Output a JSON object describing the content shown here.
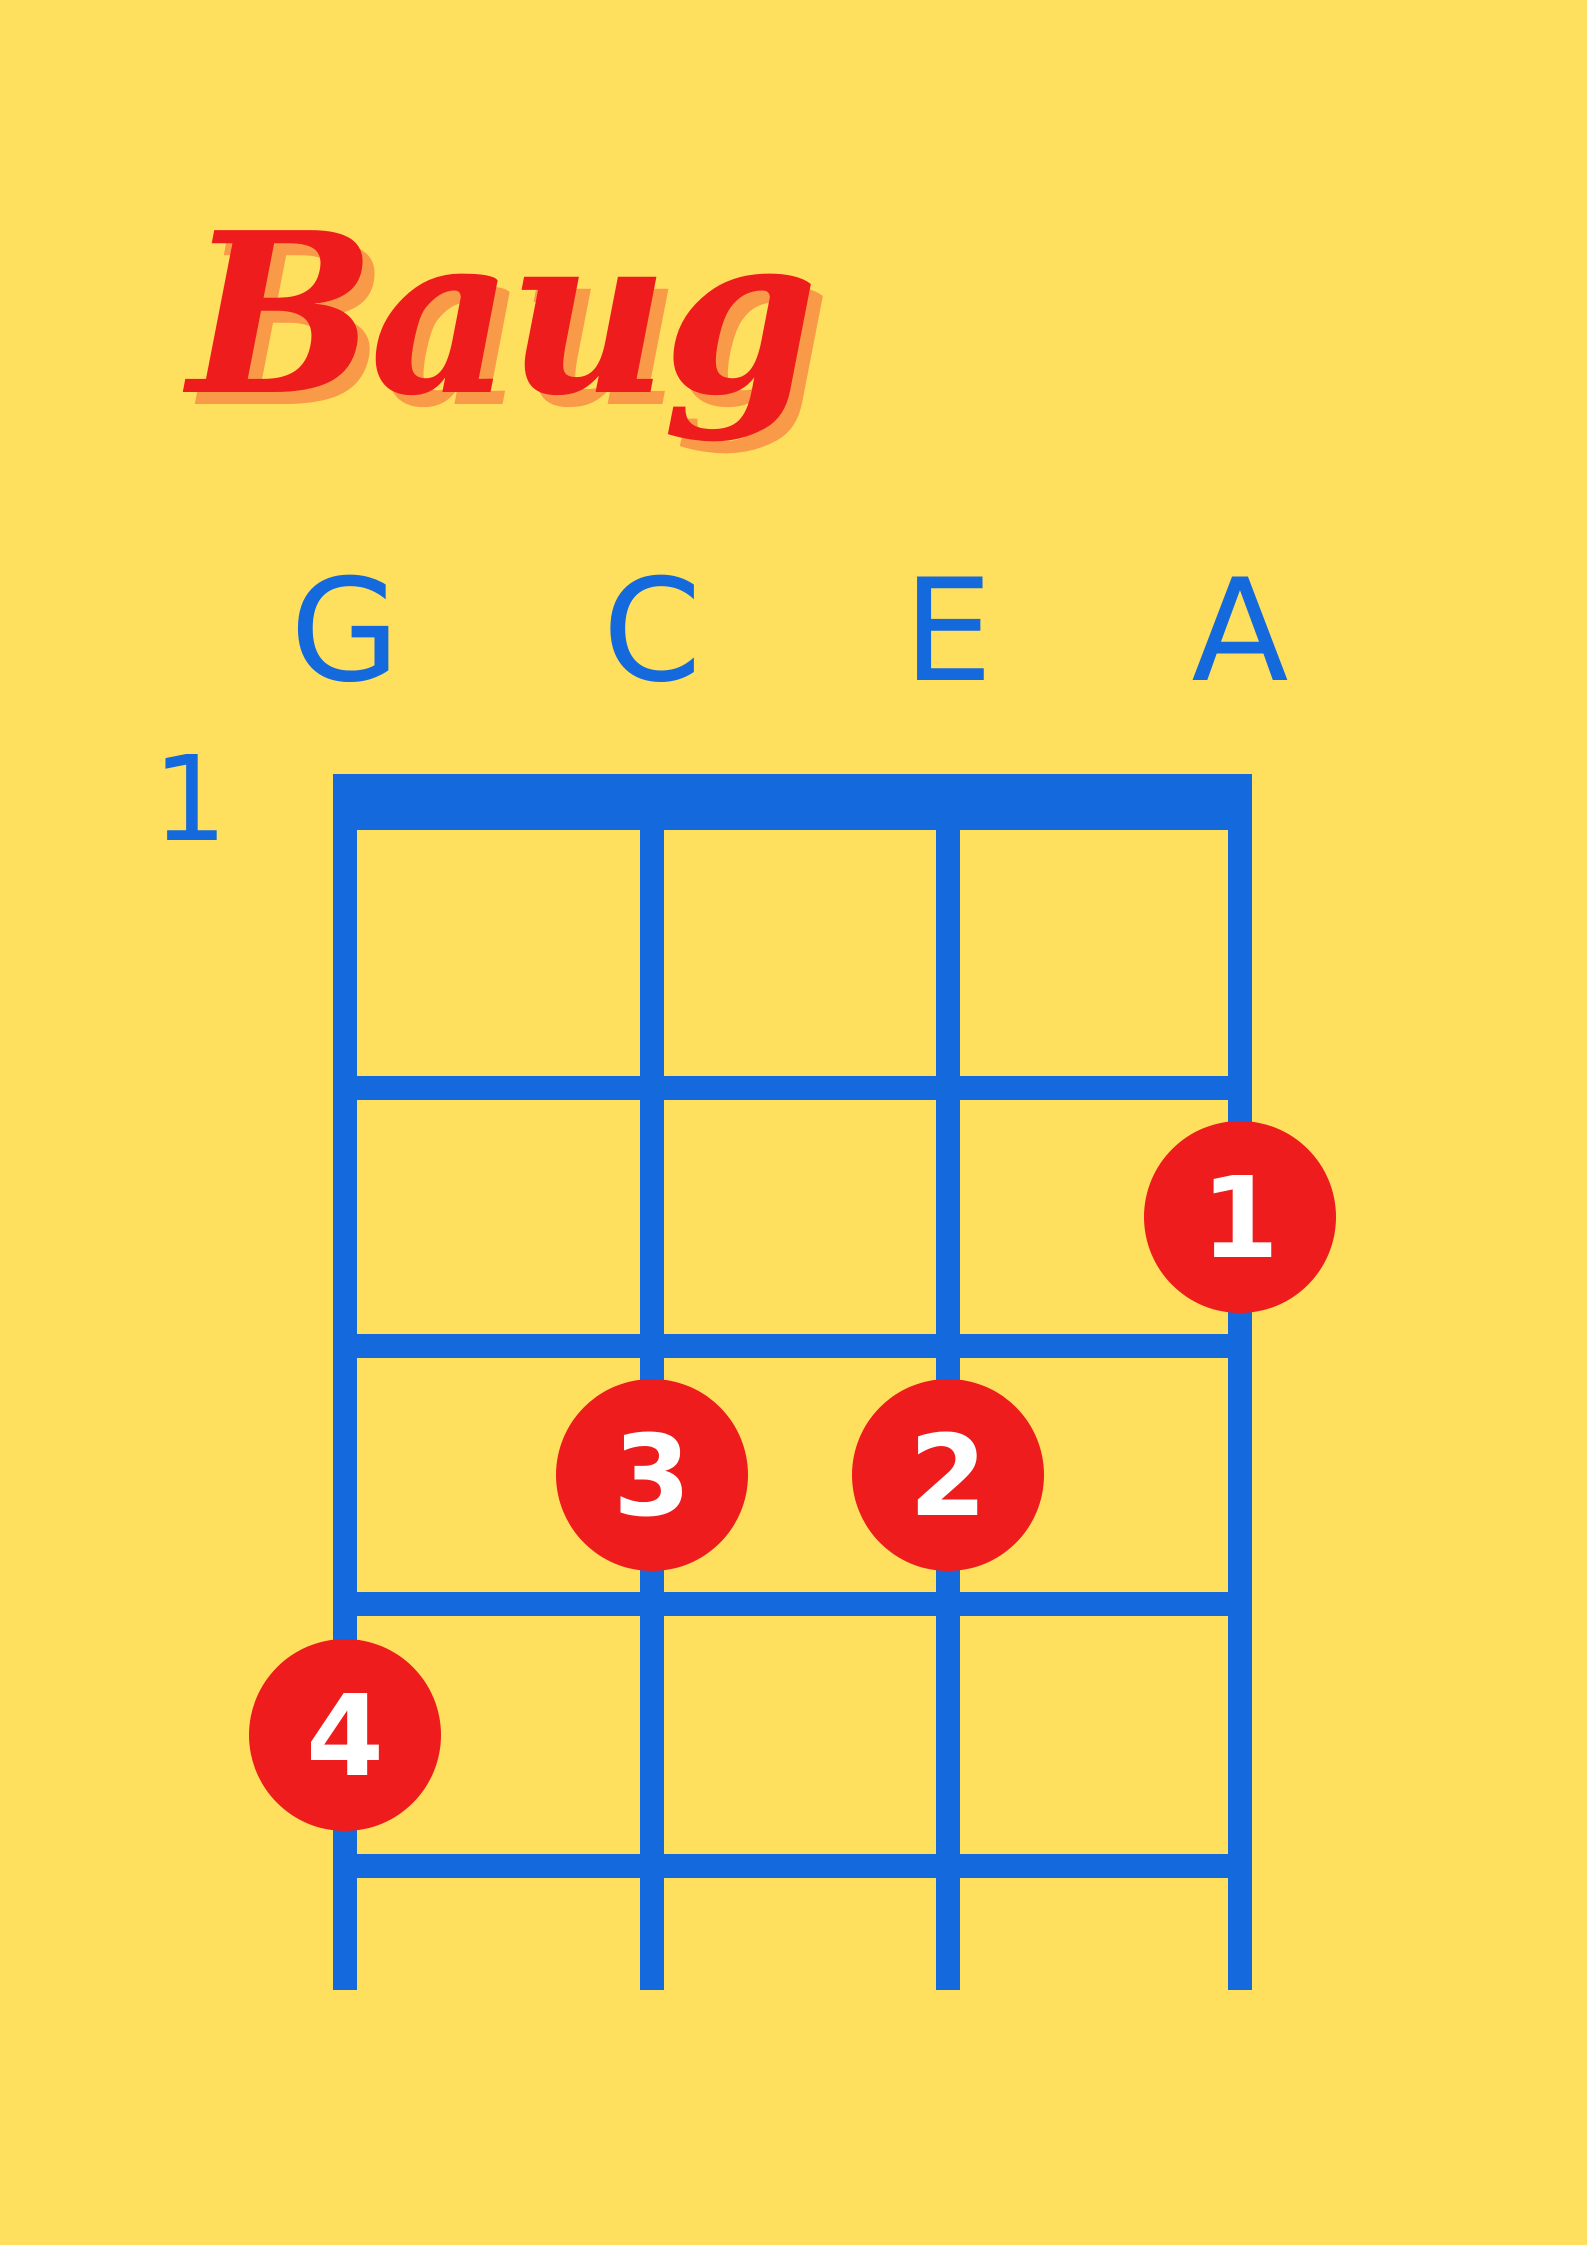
{
  "chord": {
    "name": "Baug",
    "starting_fret": "1"
  },
  "strings": [
    "G",
    "C",
    "E",
    "A"
  ],
  "fingering": [
    {
      "string": "A",
      "fret": 2,
      "finger": "1"
    },
    {
      "string": "E",
      "fret": 3,
      "finger": "2"
    },
    {
      "string": "C",
      "fret": 3,
      "finger": "3"
    },
    {
      "string": "G",
      "fret": 4,
      "finger": "4"
    }
  ],
  "frets_shown": 4,
  "colors": {
    "background": "#FFDF5E",
    "title": "#EE1C1C",
    "title_shadow": "#F99A48",
    "grid": "#1469DC",
    "string_labels": "#1469DC",
    "marker": "#EE1C1C",
    "marker_text": "#FFFFFF"
  }
}
